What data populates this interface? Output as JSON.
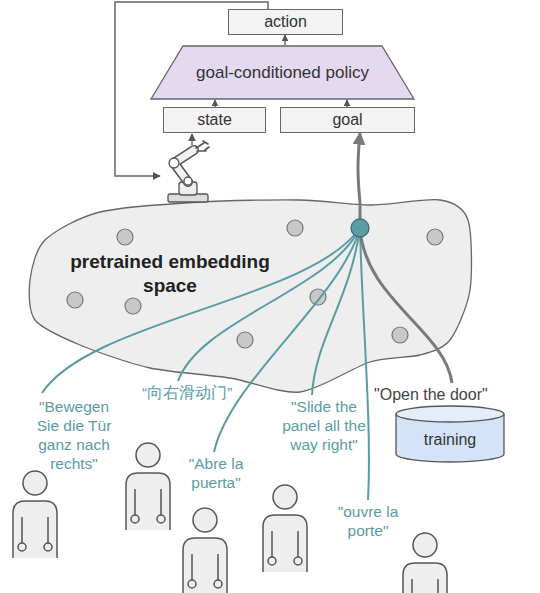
{
  "diagram": {
    "nodes": [
      {
        "text": [
          "action"
        ]
      },
      {
        "text": [
          "goal-conditioned policy"
        ]
      },
      {
        "text": [
          "state"
        ]
      },
      {
        "text": [
          "goal"
        ]
      },
      {
        "text": [
          "pretrained embedding space"
        ]
      },
      {
        "text": [
          "training"
        ]
      }
    ],
    "edges": [
      {
        "from": 1,
        "to": 0,
        "arrow": "to"
      },
      {
        "from": 2,
        "to": 1,
        "arrow": "to"
      },
      {
        "from": 3,
        "to": 1,
        "arrow": "to"
      },
      {
        "from": 4,
        "to": 3,
        "arrow": "to"
      }
    ],
    "labels": [
      "\"Bewegen Sie die Tür ganz nach rechts\"",
      "“向右滑动门”",
      "\"Abre la puerta\"",
      "\"Slide the panel all the way right\"",
      "\"ouvre la porte\"",
      "\"Open the door\""
    ]
  }
}
